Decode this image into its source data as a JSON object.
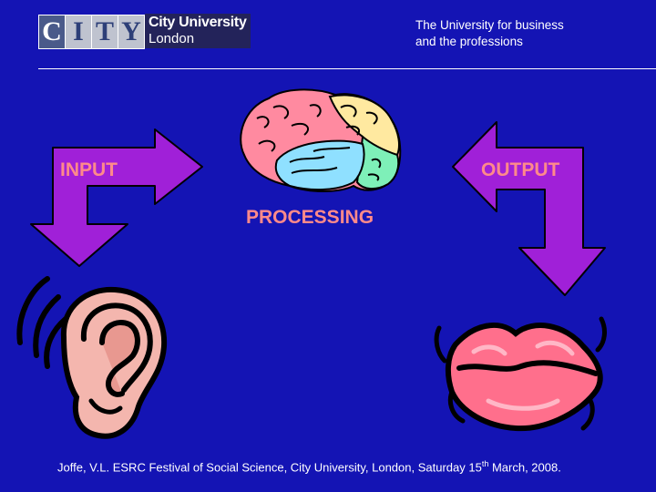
{
  "header": {
    "logo_letters": [
      "C",
      "I",
      "T",
      "Y"
    ],
    "logo_name_line1": "City University",
    "logo_name_line2": "London",
    "tagline_line1": "The University for business",
    "tagline_line2": "and the professions"
  },
  "diagram": {
    "input_label": "INPUT",
    "output_label": "OUTPUT",
    "processing_label": "PROCESSING",
    "icons": [
      "brain-icon",
      "ear-icon",
      "lips-icon",
      "arrow-input-icon",
      "arrow-output-icon"
    ],
    "colors": {
      "background": "#1414b4",
      "arrow_fill": "#a020d8",
      "label_color": "#ff8a8a"
    }
  },
  "footer": {
    "citation_prefix": "Joffe, V.L. ESRC Festival of Social Science, City University, London, Saturday 15",
    "citation_sup": "th",
    "citation_suffix": " March, 2008."
  }
}
